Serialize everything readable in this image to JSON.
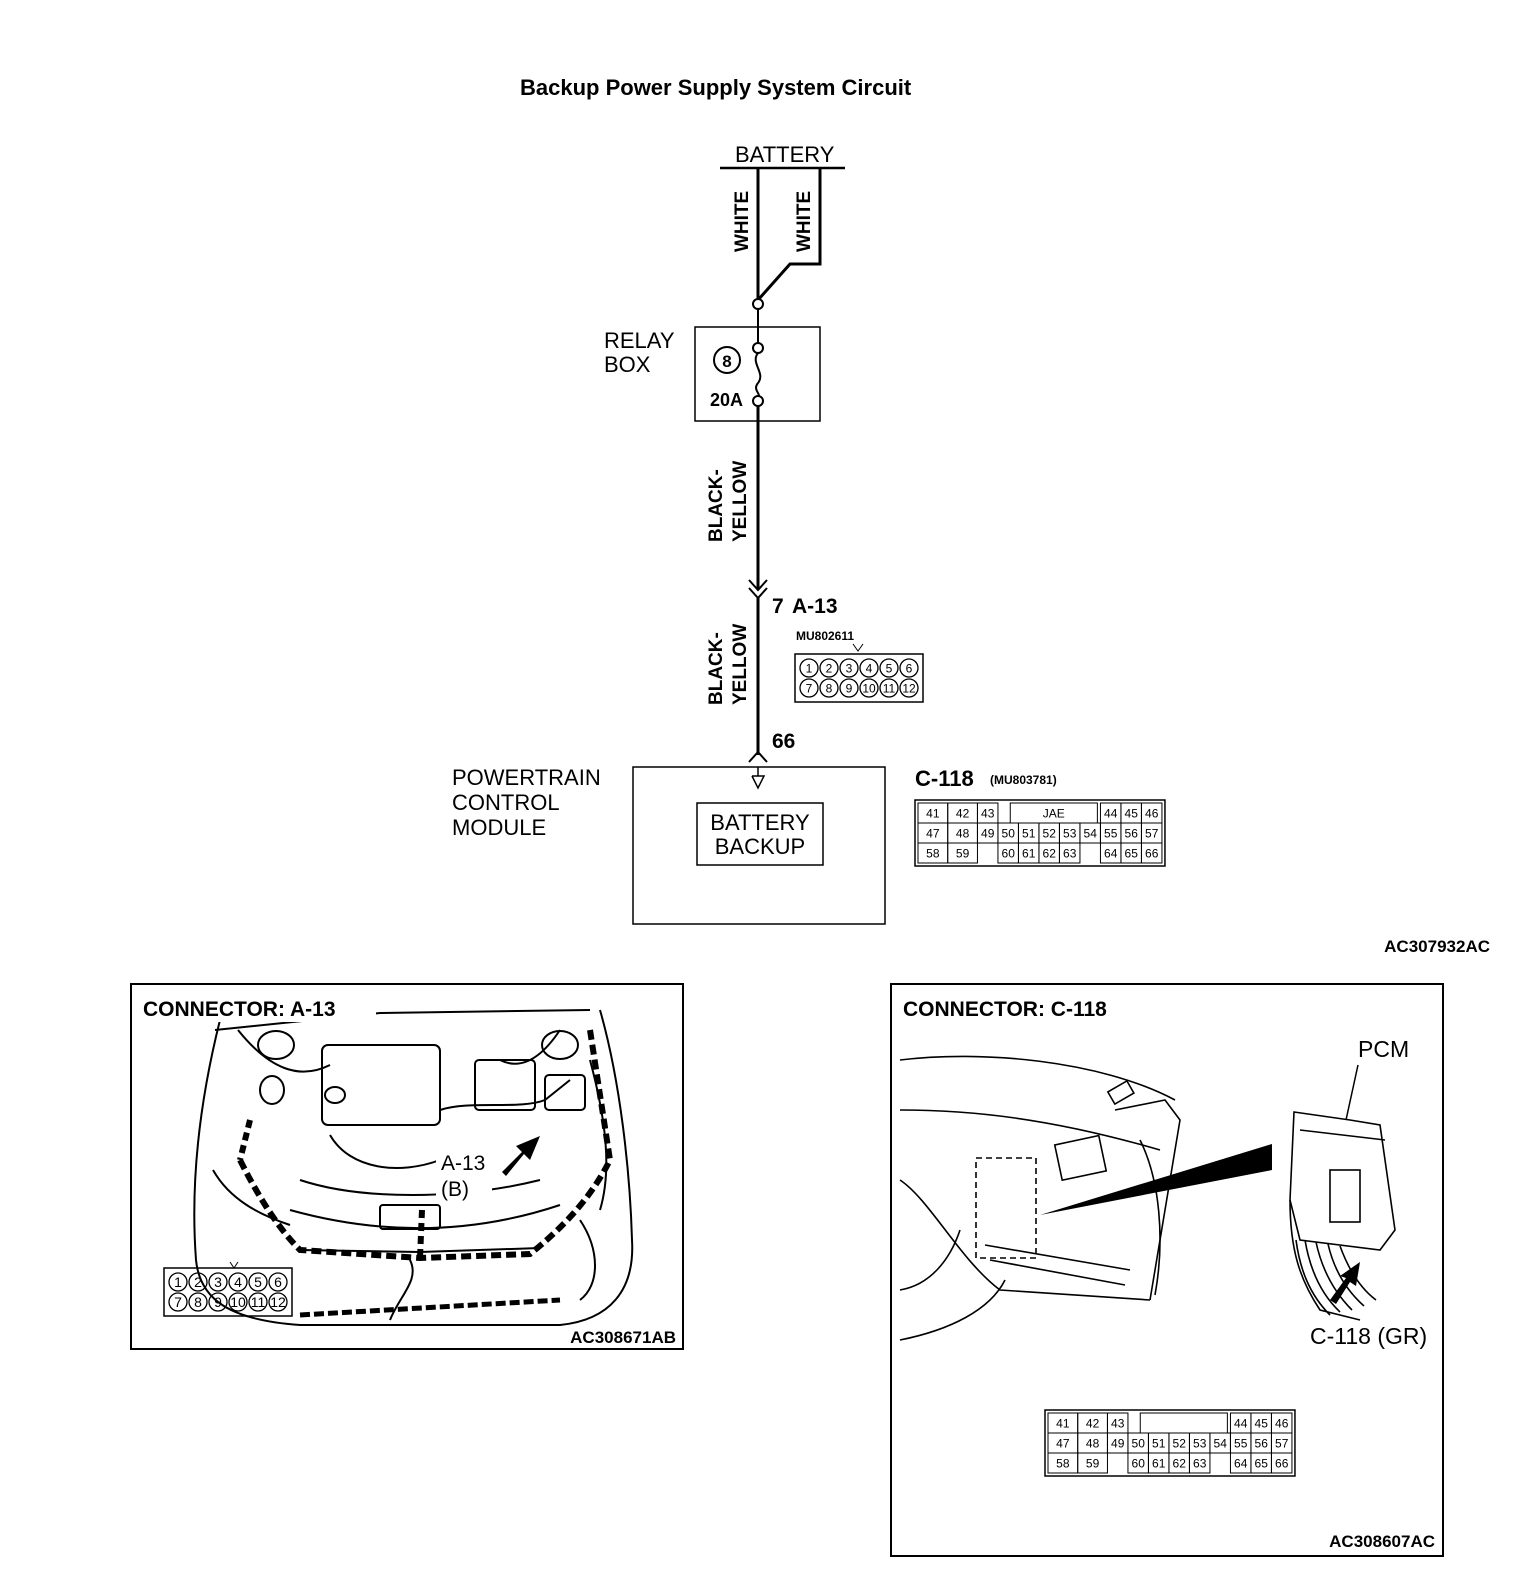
{
  "title": "Backup Power Supply System Circuit",
  "circuit": {
    "battery_label": "BATTERY",
    "wire_white_1": "WHITE",
    "wire_white_2": "WHITE",
    "relay_box_line1": "RELAY",
    "relay_box_line2": "BOX",
    "fuse_number": "8",
    "fuse_rating": "20A",
    "wire_upper_line1": "BLACK-",
    "wire_upper_line2": "YELLOW",
    "wire_lower_line1": "BLACK-",
    "wire_lower_line2": "YELLOW",
    "a13_terminal": "7",
    "a13_connector": "A-13",
    "a13_part_number": "MU802611",
    "a13_pins": [
      "1",
      "2",
      "3",
      "4",
      "5",
      "6",
      "7",
      "8",
      "9",
      "10",
      "11",
      "12"
    ],
    "pcm_terminal": "66",
    "pcm_line1": "POWERTRAIN",
    "pcm_line2": "CONTROL",
    "pcm_line3": "MODULE",
    "backup_line1": "BATTERY",
    "backup_line2": "BACKUP",
    "c118_connector": "C-118",
    "c118_part_number": "(MU803781)",
    "c118_jae": "JAE",
    "c118_row1": [
      "41",
      "42",
      "43",
      "44",
      "45",
      "46"
    ],
    "c118_row2": [
      "47",
      "48",
      "49",
      "50",
      "51",
      "52",
      "53",
      "54",
      "55",
      "56",
      "57"
    ],
    "c118_row3": [
      "58",
      "59",
      "60",
      "61",
      "62",
      "63",
      "64",
      "65",
      "66"
    ],
    "figure_id": "AC307932AC"
  },
  "panel_a13": {
    "heading": "CONNECTOR: A-13",
    "callout": "A-13",
    "callout_sub": "(B)",
    "pins": [
      "1",
      "2",
      "3",
      "4",
      "5",
      "6",
      "7",
      "8",
      "9",
      "10",
      "11",
      "12"
    ],
    "figure_id": "AC308671AB"
  },
  "panel_c118": {
    "heading": "CONNECTOR: C-118",
    "pcm_label": "PCM",
    "connector_label": "C-118 (GR)",
    "row1": [
      "41",
      "42",
      "43",
      "44",
      "45",
      "46"
    ],
    "row2": [
      "47",
      "48",
      "49",
      "50",
      "51",
      "52",
      "53",
      "54",
      "55",
      "56",
      "57"
    ],
    "row3": [
      "58",
      "59",
      "60",
      "61",
      "62",
      "63",
      "64",
      "65",
      "66"
    ],
    "figure_id": "AC308607AC"
  }
}
